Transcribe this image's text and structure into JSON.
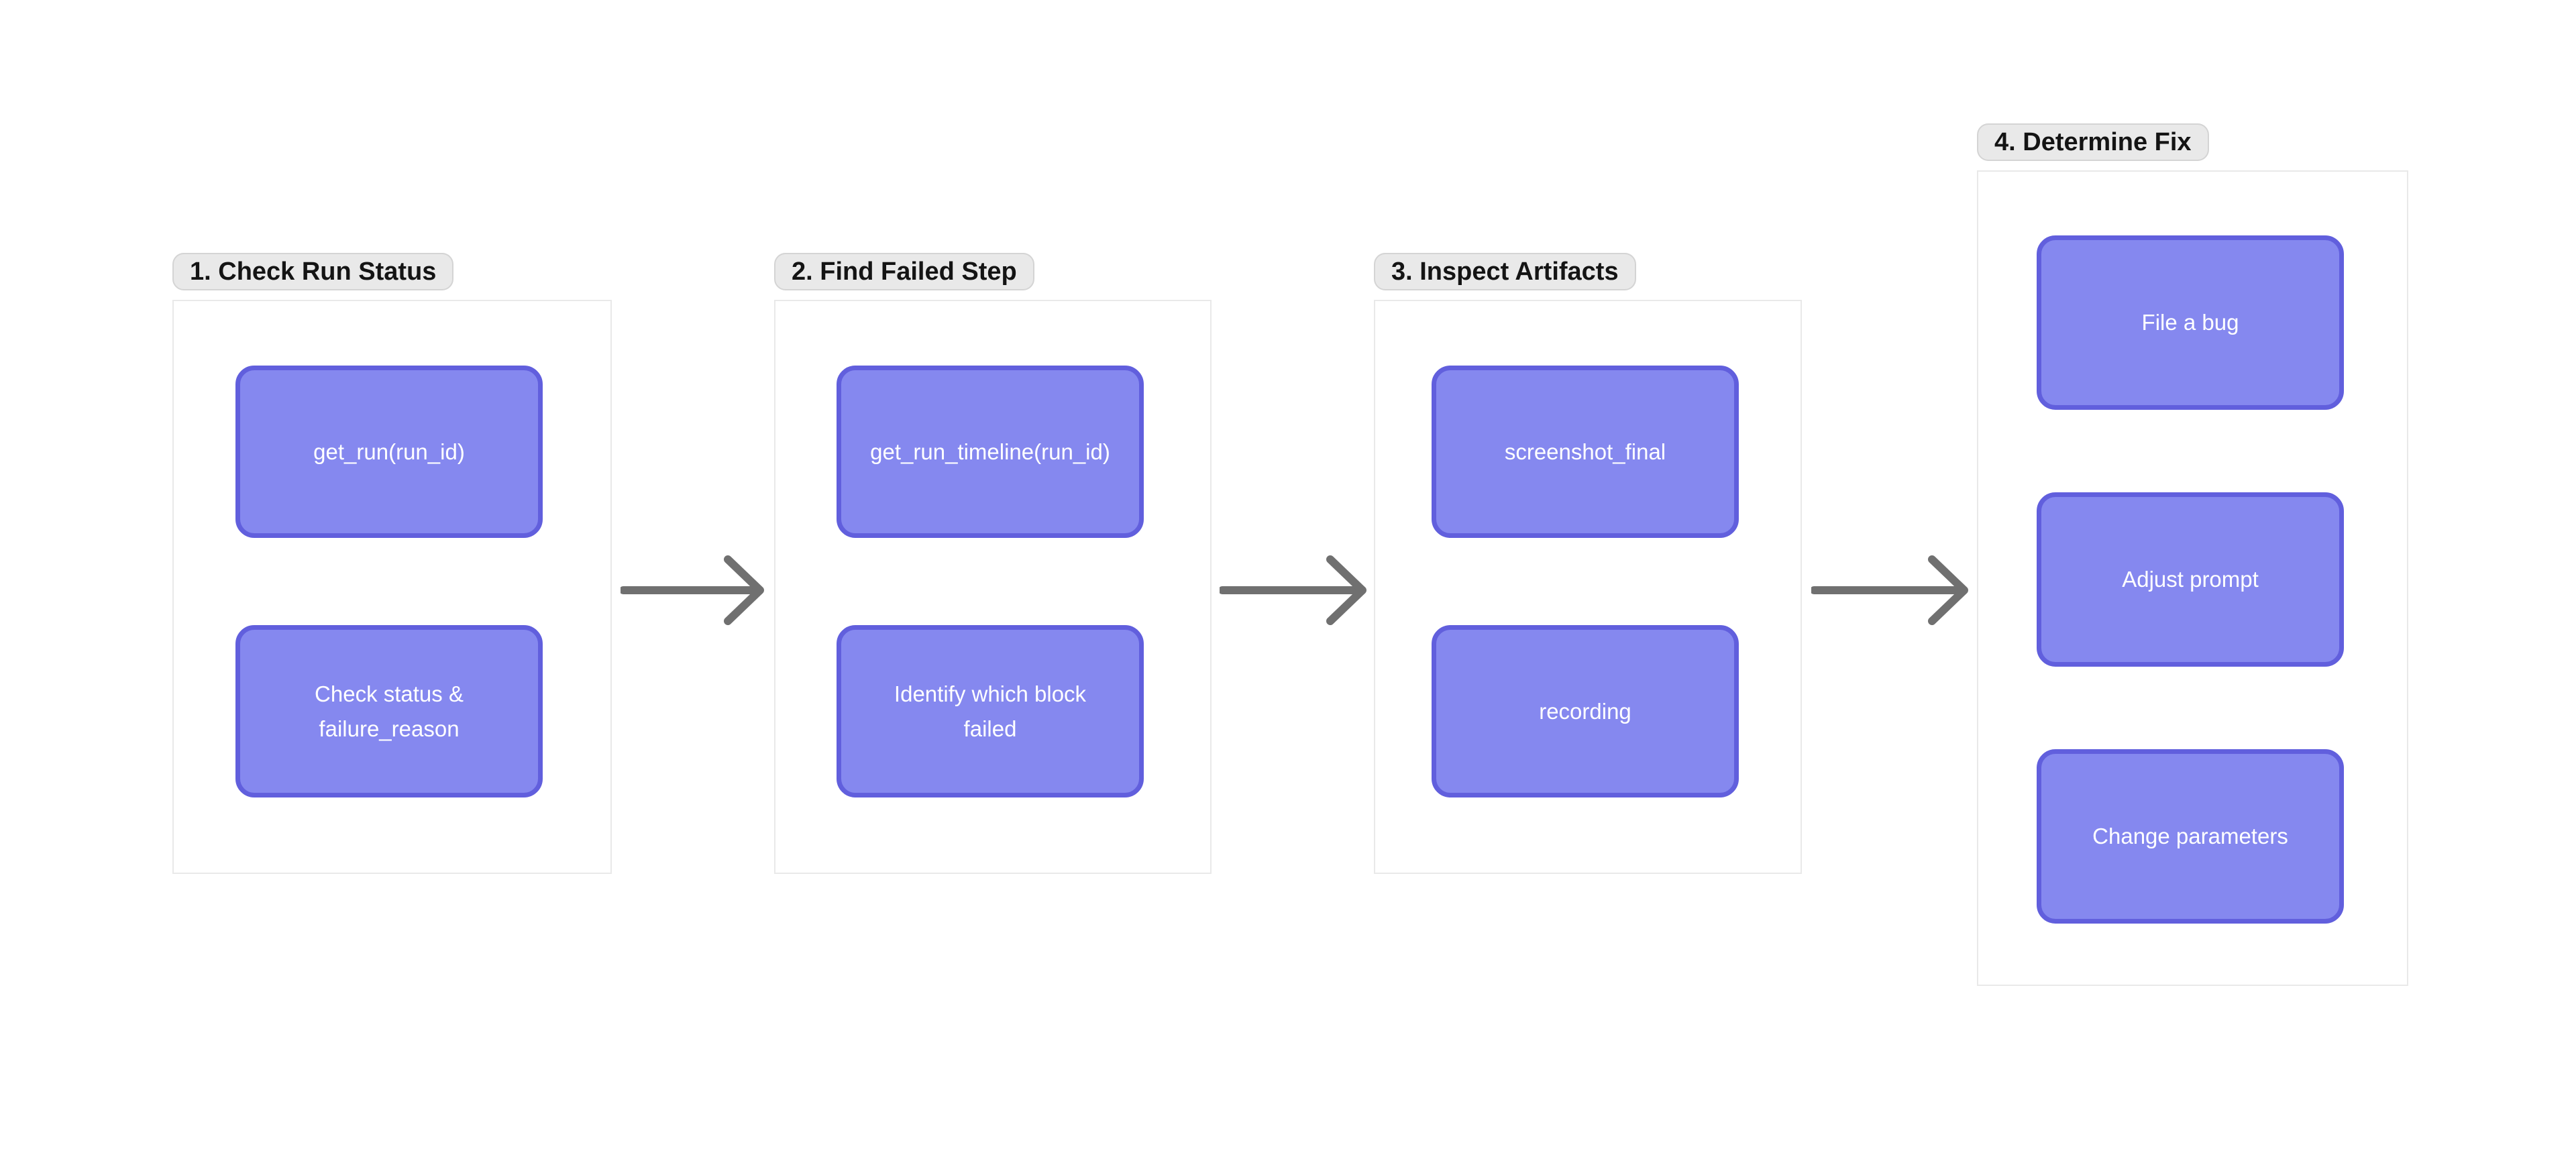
{
  "diagram": {
    "title_hint": "Run failure debugging workflow",
    "groups": [
      {
        "label": "1. Check Run Status",
        "nodes": [
          "get_run(run_id)",
          "Check status & failure_reason"
        ]
      },
      {
        "label": "2. Find Failed Step",
        "nodes": [
          "get_run_timeline(run_id)",
          "Identify which block failed"
        ]
      },
      {
        "label": "3. Inspect Artifacts",
        "nodes": [
          "screenshot_final",
          "recording"
        ]
      },
      {
        "label": "4. Determine Fix",
        "nodes": [
          "File a bug",
          "Adjust prompt",
          "Change parameters"
        ]
      }
    ],
    "arrow_count": 3
  },
  "colors": {
    "background": "#ffffff",
    "node_fill": "#8588ef",
    "node_border": "#615fdd",
    "node_text": "#ffffff",
    "frame_border": "#e9e9e9",
    "label_bg": "#e9e9e9",
    "label_border": "#d4d4d4",
    "label_text": "#141414",
    "arrow": "#707070"
  }
}
